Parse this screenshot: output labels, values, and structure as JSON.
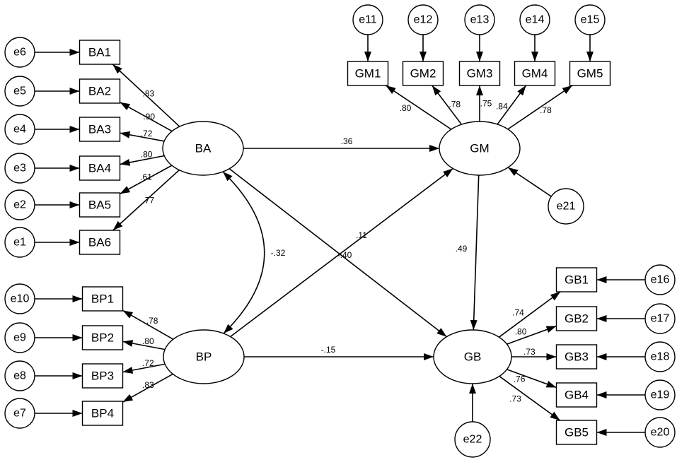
{
  "diagram": {
    "latent_variables": [
      {
        "id": "BA",
        "label": "BA"
      },
      {
        "id": "BP",
        "label": "BP"
      },
      {
        "id": "GM",
        "label": "GM"
      },
      {
        "id": "GB",
        "label": "GB"
      }
    ],
    "indicators": [
      {
        "id": "BA1",
        "label": "BA1",
        "factor": "BA",
        "error": "e6",
        "loading": ".83"
      },
      {
        "id": "BA2",
        "label": "BA2",
        "factor": "BA",
        "error": "e5",
        "loading": ".90"
      },
      {
        "id": "BA3",
        "label": "BA3",
        "factor": "BA",
        "error": "e4",
        "loading": ".72"
      },
      {
        "id": "BA4",
        "label": "BA4",
        "factor": "BA",
        "error": "e3",
        "loading": ".80"
      },
      {
        "id": "BA5",
        "label": "BA5",
        "factor": "BA",
        "error": "e2",
        "loading": ".61"
      },
      {
        "id": "BA6",
        "label": "BA6",
        "factor": "BA",
        "error": "e1",
        "loading": ".77"
      },
      {
        "id": "BP1",
        "label": "BP1",
        "factor": "BP",
        "error": "e10",
        "loading": ".78"
      },
      {
        "id": "BP2",
        "label": "BP2",
        "factor": "BP",
        "error": "e9",
        "loading": ".80"
      },
      {
        "id": "BP3",
        "label": "BP3",
        "factor": "BP",
        "error": "e8",
        "loading": ".72"
      },
      {
        "id": "BP4",
        "label": "BP4",
        "factor": "BP",
        "error": "e7",
        "loading": ".83"
      },
      {
        "id": "GM1",
        "label": "GM1",
        "factor": "GM",
        "error": "e11",
        "loading": ".80"
      },
      {
        "id": "GM2",
        "label": "GM2",
        "factor": "GM",
        "error": "e12",
        "loading": ".78"
      },
      {
        "id": "GM3",
        "label": "GM3",
        "factor": "GM",
        "error": "e13",
        "loading": ".75"
      },
      {
        "id": "GM4",
        "label": "GM4",
        "factor": "GM",
        "error": "e14",
        "loading": ".84"
      },
      {
        "id": "GM5",
        "label": "GM5",
        "factor": "GM",
        "error": "e15",
        "loading": ".78"
      },
      {
        "id": "GB1",
        "label": "GB1",
        "factor": "GB",
        "error": "e16",
        "loading": ".74"
      },
      {
        "id": "GB2",
        "label": "GB2",
        "factor": "GB",
        "error": "e17",
        "loading": ".80"
      },
      {
        "id": "GB3",
        "label": "GB3",
        "factor": "GB",
        "error": "e18",
        "loading": ".73"
      },
      {
        "id": "GB4",
        "label": "GB4",
        "factor": "GB",
        "error": "e19",
        "loading": ".76"
      },
      {
        "id": "GB5",
        "label": "GB5",
        "factor": "GB",
        "error": "e20",
        "loading": ".73"
      }
    ],
    "disturbances": [
      {
        "id": "e21",
        "label": "e21",
        "target": "GM"
      },
      {
        "id": "e22",
        "label": "e22",
        "target": "GB"
      }
    ],
    "structural_paths": [
      {
        "from": "BA",
        "to": "GM",
        "coef": ".36"
      },
      {
        "from": "BA",
        "to": "GB",
        "coef": ".11"
      },
      {
        "from": "BP",
        "to": "GM",
        "coef": "-.40"
      },
      {
        "from": "BP",
        "to": "GB",
        "coef": "-.15"
      },
      {
        "from": "GM",
        "to": "GB",
        "coef": ".49"
      }
    ],
    "covariance": {
      "between": [
        "BA",
        "BP"
      ],
      "coef": "-.32"
    }
  }
}
